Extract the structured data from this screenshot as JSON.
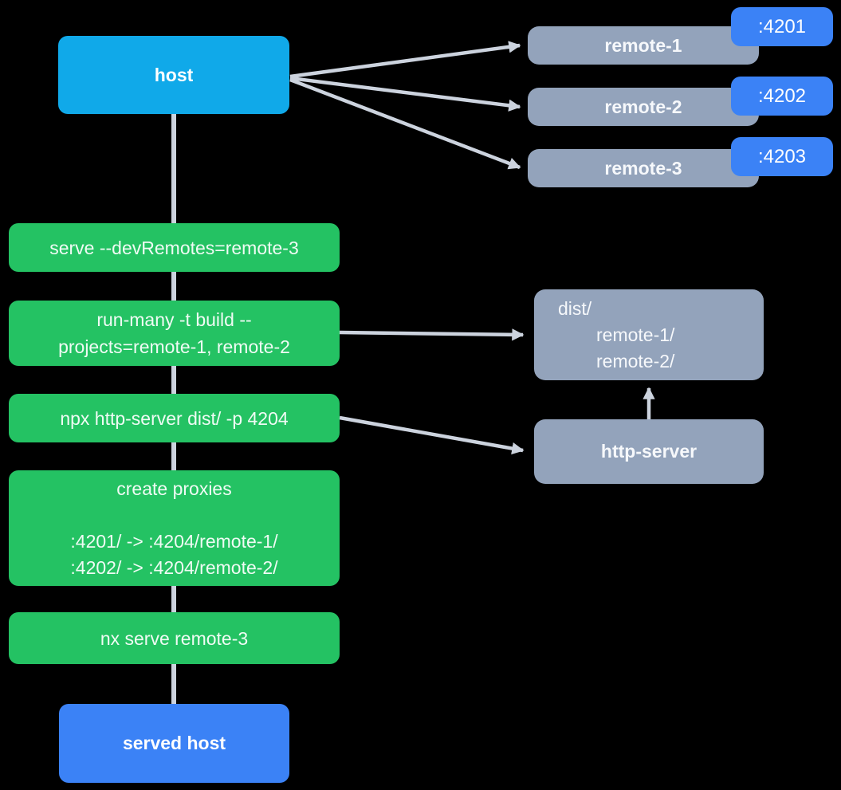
{
  "colors": {
    "background": "#000000",
    "host_cyan": "#10A9E9",
    "step_green": "#24C263",
    "node_slate": "#93A3BB",
    "accent_blue": "#3B82F6",
    "arrow_gray": "#CCD3DE"
  },
  "diagram": {
    "host": {
      "label": "host"
    },
    "remotes": [
      {
        "label": "remote-1",
        "port": ":4201"
      },
      {
        "label": "remote-2",
        "port": ":4202"
      },
      {
        "label": "remote-3",
        "port": ":4203"
      }
    ],
    "steps": {
      "serve": "serve --devRemotes=remote-3",
      "run_many_line1": "run-many -t build --",
      "run_many_line2": "projects=remote-1, remote-2",
      "http_server_cmd": "npx http-server dist/ -p 4204",
      "proxies_title": "create proxies",
      "proxy_rule_1": ":4201/ -> :4204/remote-1/",
      "proxy_rule_2": ":4202/ -> :4204/remote-2/",
      "nx_serve": "nx serve remote-3"
    },
    "dist": {
      "root": "dist/",
      "child_1": "remote-1/",
      "child_2": "remote-2/"
    },
    "http_server": {
      "label": "http-server"
    },
    "served_host": {
      "label": "served host"
    }
  }
}
